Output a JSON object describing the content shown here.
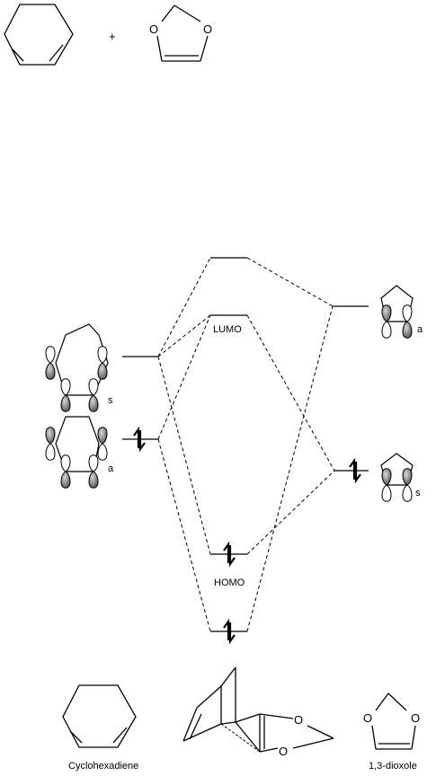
{
  "reactants": {
    "plus": "+",
    "dioxole_o1": "O",
    "dioxole_o2": "O"
  },
  "mo_diagram": {
    "lumo_label": "LUMO",
    "homo_label": "HOMO",
    "diene_upper_symmetry": "s",
    "diene_lower_symmetry": "a",
    "dioxole_upper_symmetry": "a",
    "dioxole_lower_symmetry": "s"
  },
  "products": {
    "cyclohexadiene_label": "Cyclohexadiene",
    "dioxole_label": "1,3-dioxole",
    "adduct_o1": "O",
    "adduct_o2": "O",
    "dioxole_o1": "O",
    "dioxole_o2": "O"
  },
  "colors": {
    "ink": "#000000",
    "lobe_fill": "#7a7a7a",
    "background": "#ffffff"
  }
}
